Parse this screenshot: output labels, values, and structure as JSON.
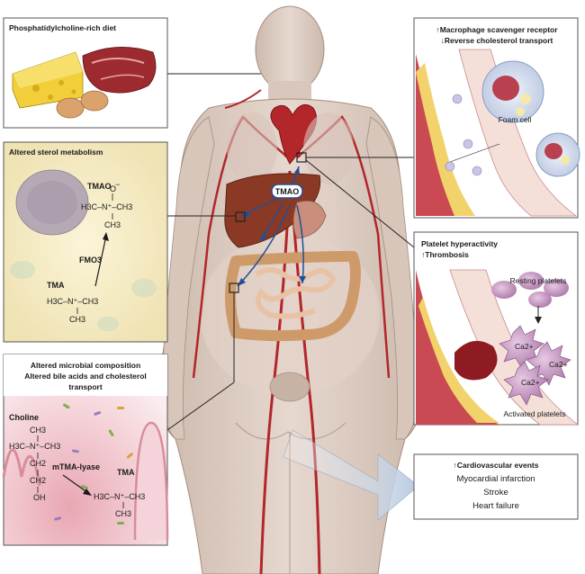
{
  "panels": {
    "diet": {
      "header": "Phosphatidylcholine-rich diet"
    },
    "sterol": {
      "header": "Altered sterol metabolism",
      "tmao": "TMAO",
      "tmao_o": "O",
      "tmao_minus": "−",
      "tmao_formula": "H3C–N⁺–CH3",
      "tmao_ch3": "CH3",
      "enzyme": "FMO3",
      "tma": "TMA",
      "tma_formula": "H3C–N⁺–CH3",
      "tma_ch3": "CH3"
    },
    "microbial": {
      "header_lines": [
        "Altered microbial composition",
        "Altered bile acids and cholesterol",
        "transport"
      ],
      "choline": "Choline",
      "choline_chain": [
        "CH3",
        "H3C–N⁺–CH3",
        "CH2",
        "CH2",
        "OH"
      ],
      "enzyme": "mTMA-lyase",
      "tma": "TMA",
      "tma_formula": "H3C–N⁺–CH3",
      "tma_ch3": "CH3"
    },
    "macrophage": {
      "header_lines": [
        "↑Macrophage scavenger receptor",
        "↓Reverse cholesterol transport"
      ],
      "foam_cell": "Foam cell"
    },
    "platelet": {
      "header_lines": [
        "Platelet hyperactivity",
        "↑Thrombosis"
      ],
      "resting": "Resting platelets",
      "activated": "Activated platelets",
      "ions": [
        "Ca2+",
        "Ca2+",
        "Ca2+"
      ]
    },
    "cardio": {
      "header": "↑Cardiovascular events",
      "items": [
        "Myocardial infarction",
        "Stroke",
        "Heart failure"
      ]
    }
  },
  "body": {
    "tmao_label": "TMAO"
  }
}
